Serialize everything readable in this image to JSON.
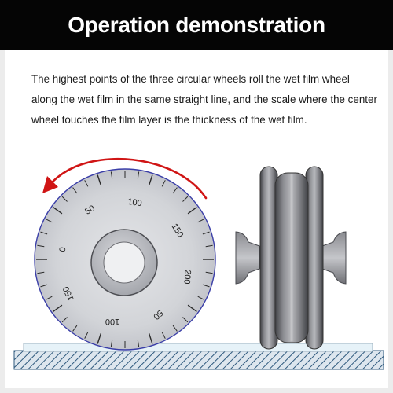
{
  "header": {
    "title": "Operation demonstration"
  },
  "description": "The highest points of the three circular wheels roll the wet film wheel along the wet film in the same straight line, and the scale where the center wheel touches the film layer is the thickness of the wet film.",
  "dial": {
    "tick_labels": [
      "0",
      "50",
      "100",
      "150",
      "200",
      "50",
      "100",
      "150"
    ]
  },
  "colors": {
    "header_bg": "#050505",
    "arrow": "#d01515",
    "dial_face": "#d2d4d8",
    "dial_edge": "#3a3ea8",
    "wheel_metal": "#77787d",
    "film_layer": "#e6f2f8",
    "base_hatch": "#2f5a7e"
  },
  "icons": [
    "curved-arrow-icon"
  ]
}
